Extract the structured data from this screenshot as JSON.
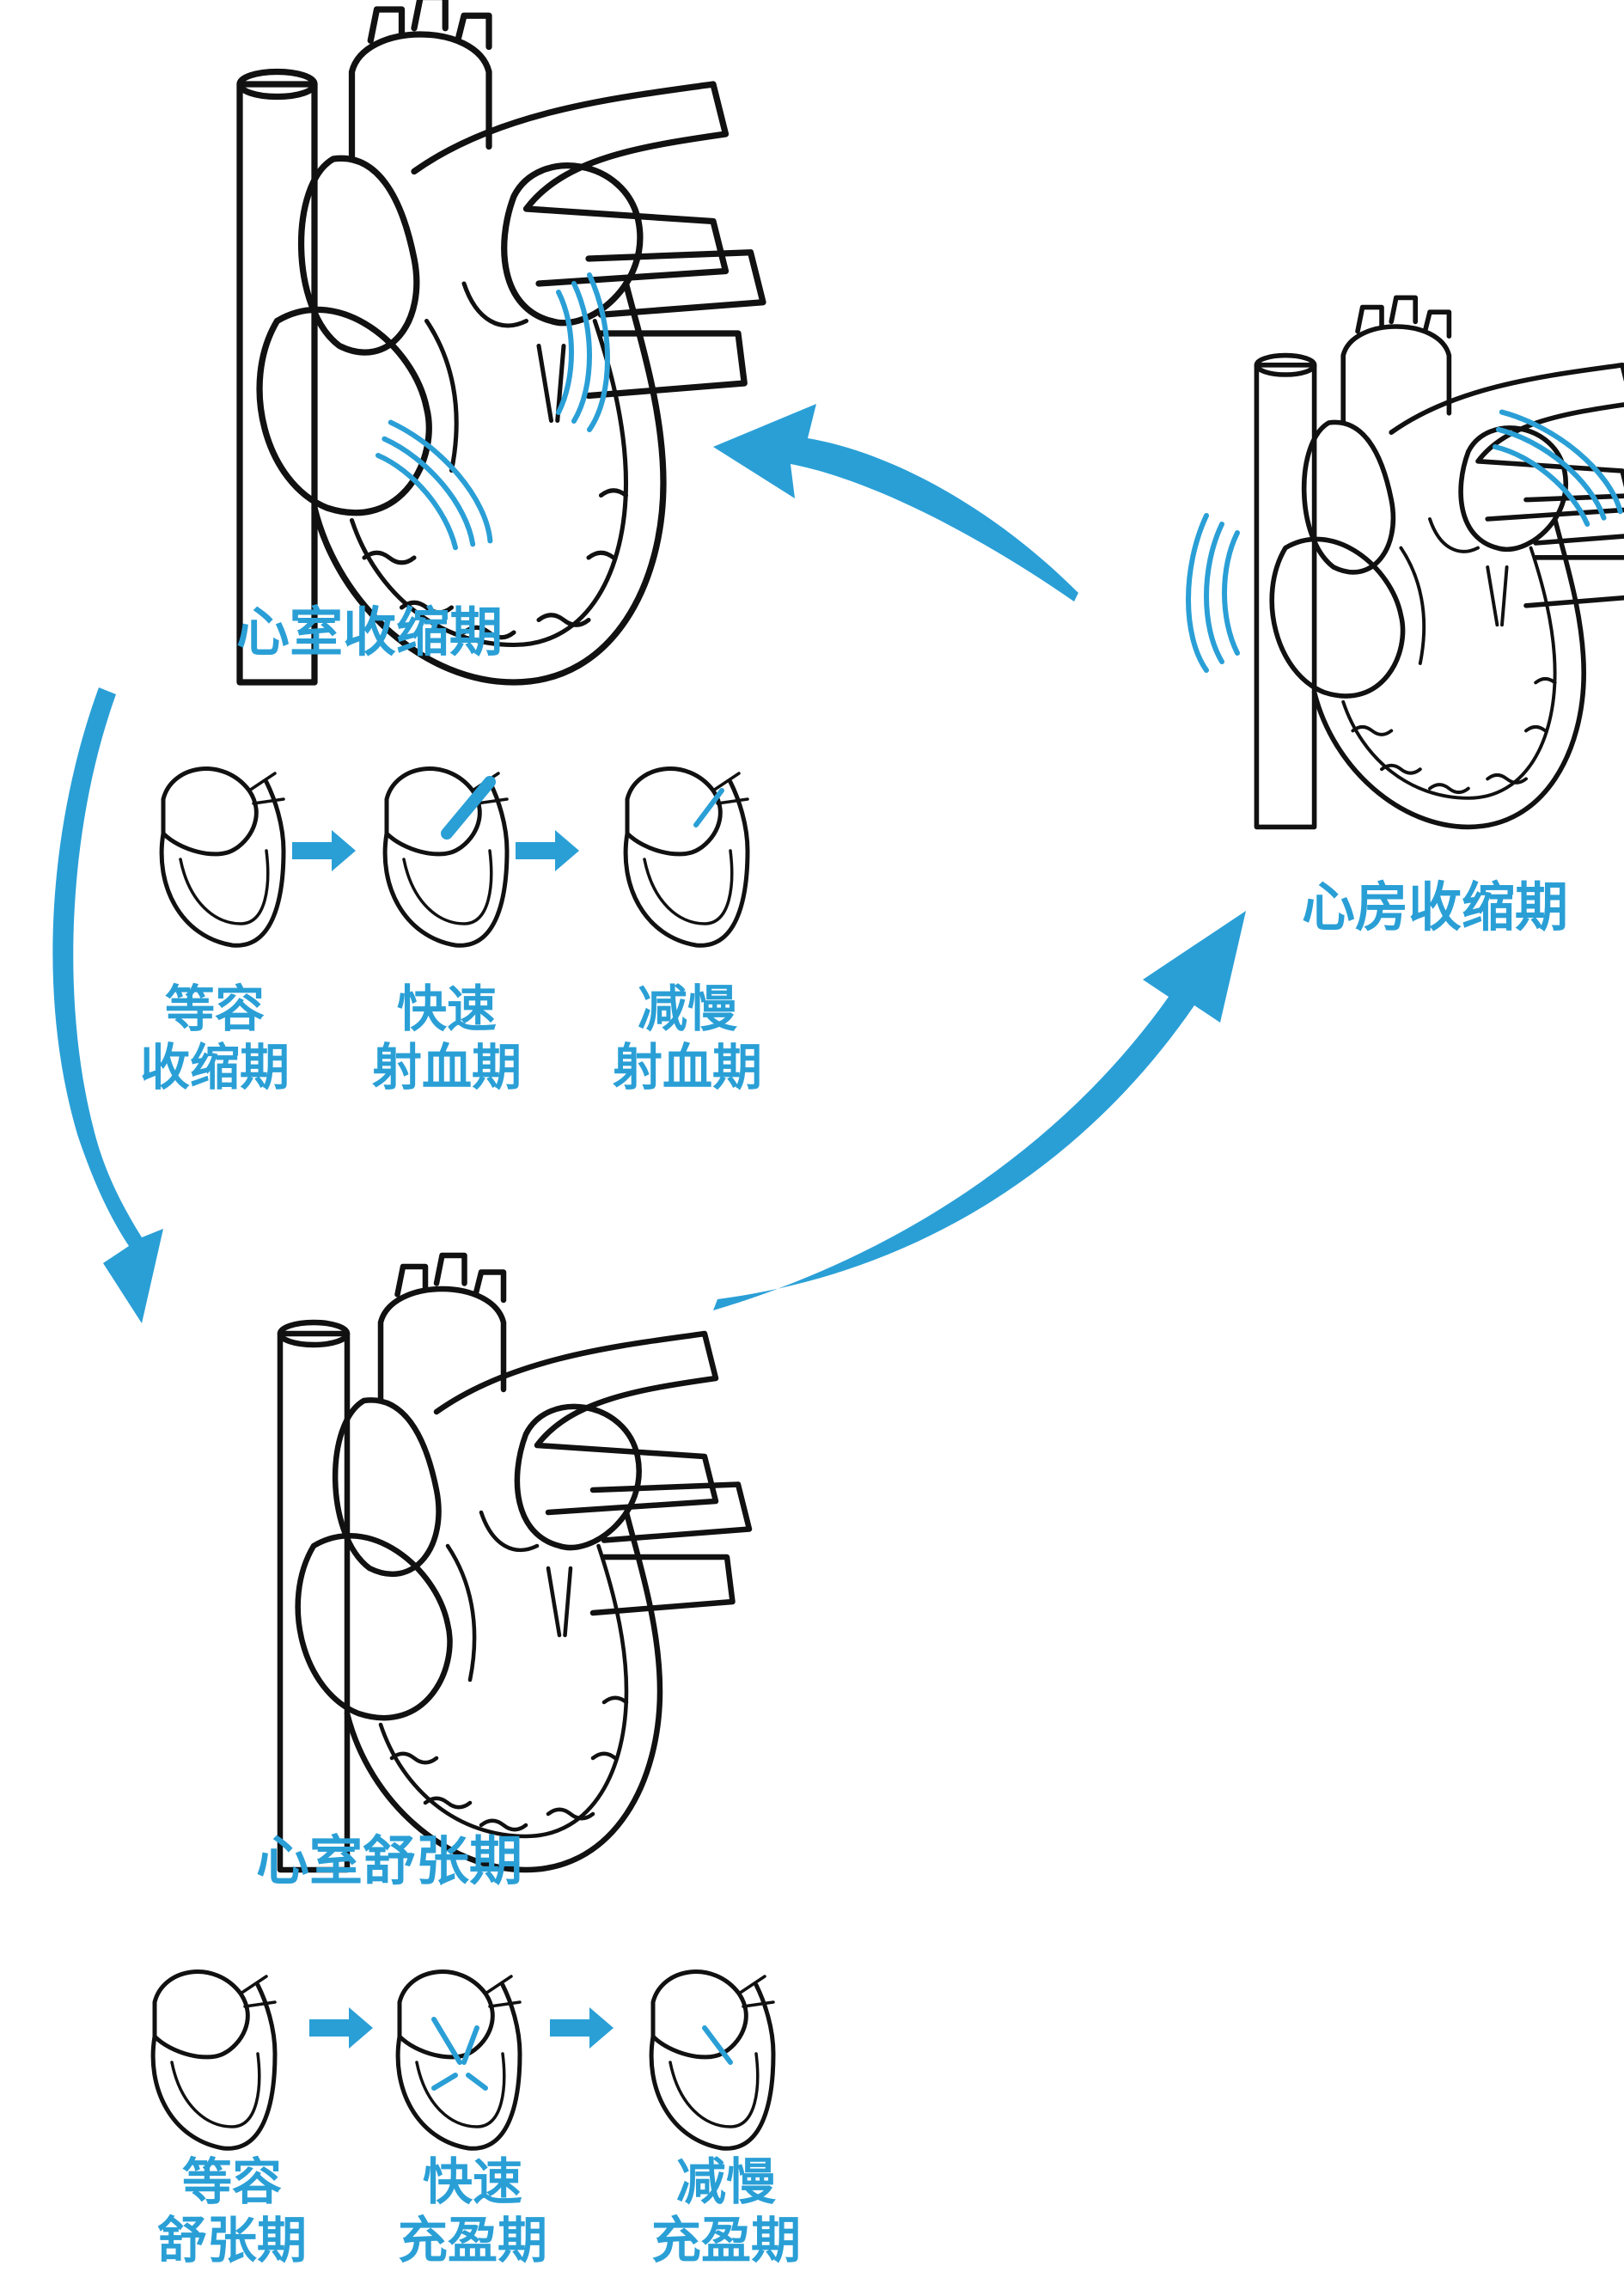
{
  "colors": {
    "accent": "#2a9fd6",
    "ink": "#111111"
  },
  "phases": {
    "ventricular_systole": "心室收缩期",
    "atrial_systole": "心房收缩期",
    "ventricular_diastole": "心室舒张期"
  },
  "systole_steps": [
    {
      "line1": "等容",
      "line2": "收缩期"
    },
    {
      "line1": "快速",
      "line2": "射血期"
    },
    {
      "line1": "减慢",
      "line2": "射血期"
    }
  ],
  "diastole_steps": [
    {
      "line1": "等容",
      "line2": "舒张期"
    },
    {
      "line1": "快速",
      "line2": "充盈期"
    },
    {
      "line1": "减慢",
      "line2": "充盈期"
    }
  ]
}
